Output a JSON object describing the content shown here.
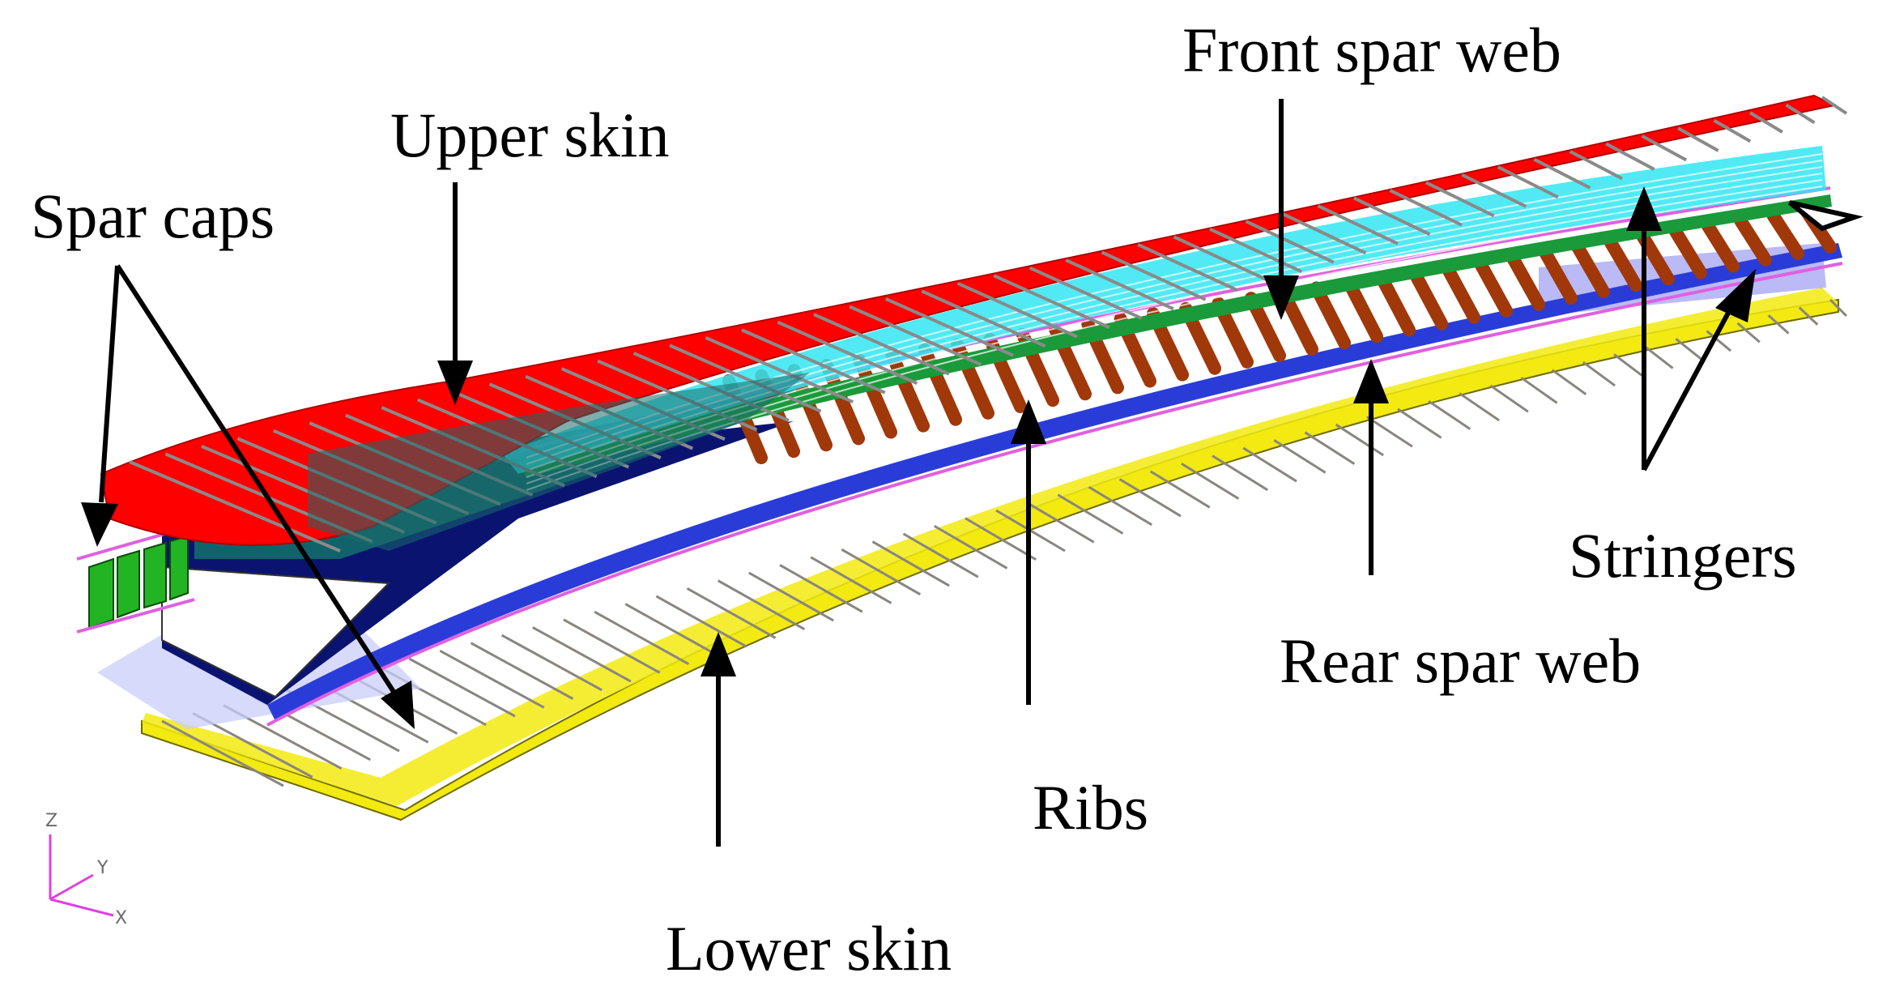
{
  "labels": {
    "front_spar_web": "Front spar web",
    "upper_skin": "Upper skin",
    "spar_caps": "Spar caps",
    "stringers": "Stringers",
    "rear_spar_web": "Rear spar web",
    "ribs": "Ribs",
    "lower_skin": "Lower skin"
  },
  "axes": {
    "z": "Z",
    "y": "Y",
    "x": "X"
  },
  "colors": {
    "upper_skin": "#ff0000",
    "stringers": "#33e6f2",
    "front_spar_web": "#1a9a3a",
    "spar_caps": "#e060e0",
    "ribs": "#a0380a",
    "rear_spar_web": "#2a3cd8",
    "lower_skin": "#f2ea10",
    "inner": "#0a1470",
    "axis": "#e040e0"
  }
}
